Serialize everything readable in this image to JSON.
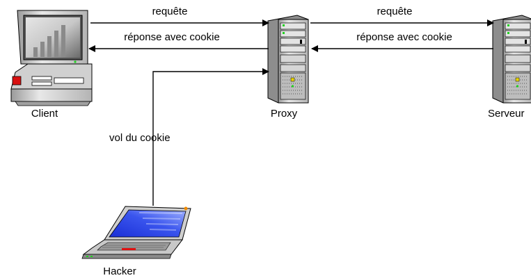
{
  "nodes": {
    "client": "Client",
    "proxy": "Proxy",
    "server": "Serveur",
    "hacker": "Hacker"
  },
  "edges": {
    "client_to_proxy_request": "requête",
    "proxy_to_client_response": "réponse avec cookie",
    "proxy_to_server_request": "requête",
    "server_to_proxy_response": "réponse avec cookie",
    "cookie_theft": "vol du cookie"
  },
  "colors": {
    "line": "#000000",
    "screen_glow": "#e6e6e6",
    "screen_dark": "#6b6b6b",
    "laptop_screen": "#1a2fd6",
    "laptop_screen_light": "#9fb0ff",
    "led_green": "#1fd11f",
    "led_red": "#e01010",
    "led_orange": "#f08a00",
    "led_yellow": "#e8d400"
  }
}
